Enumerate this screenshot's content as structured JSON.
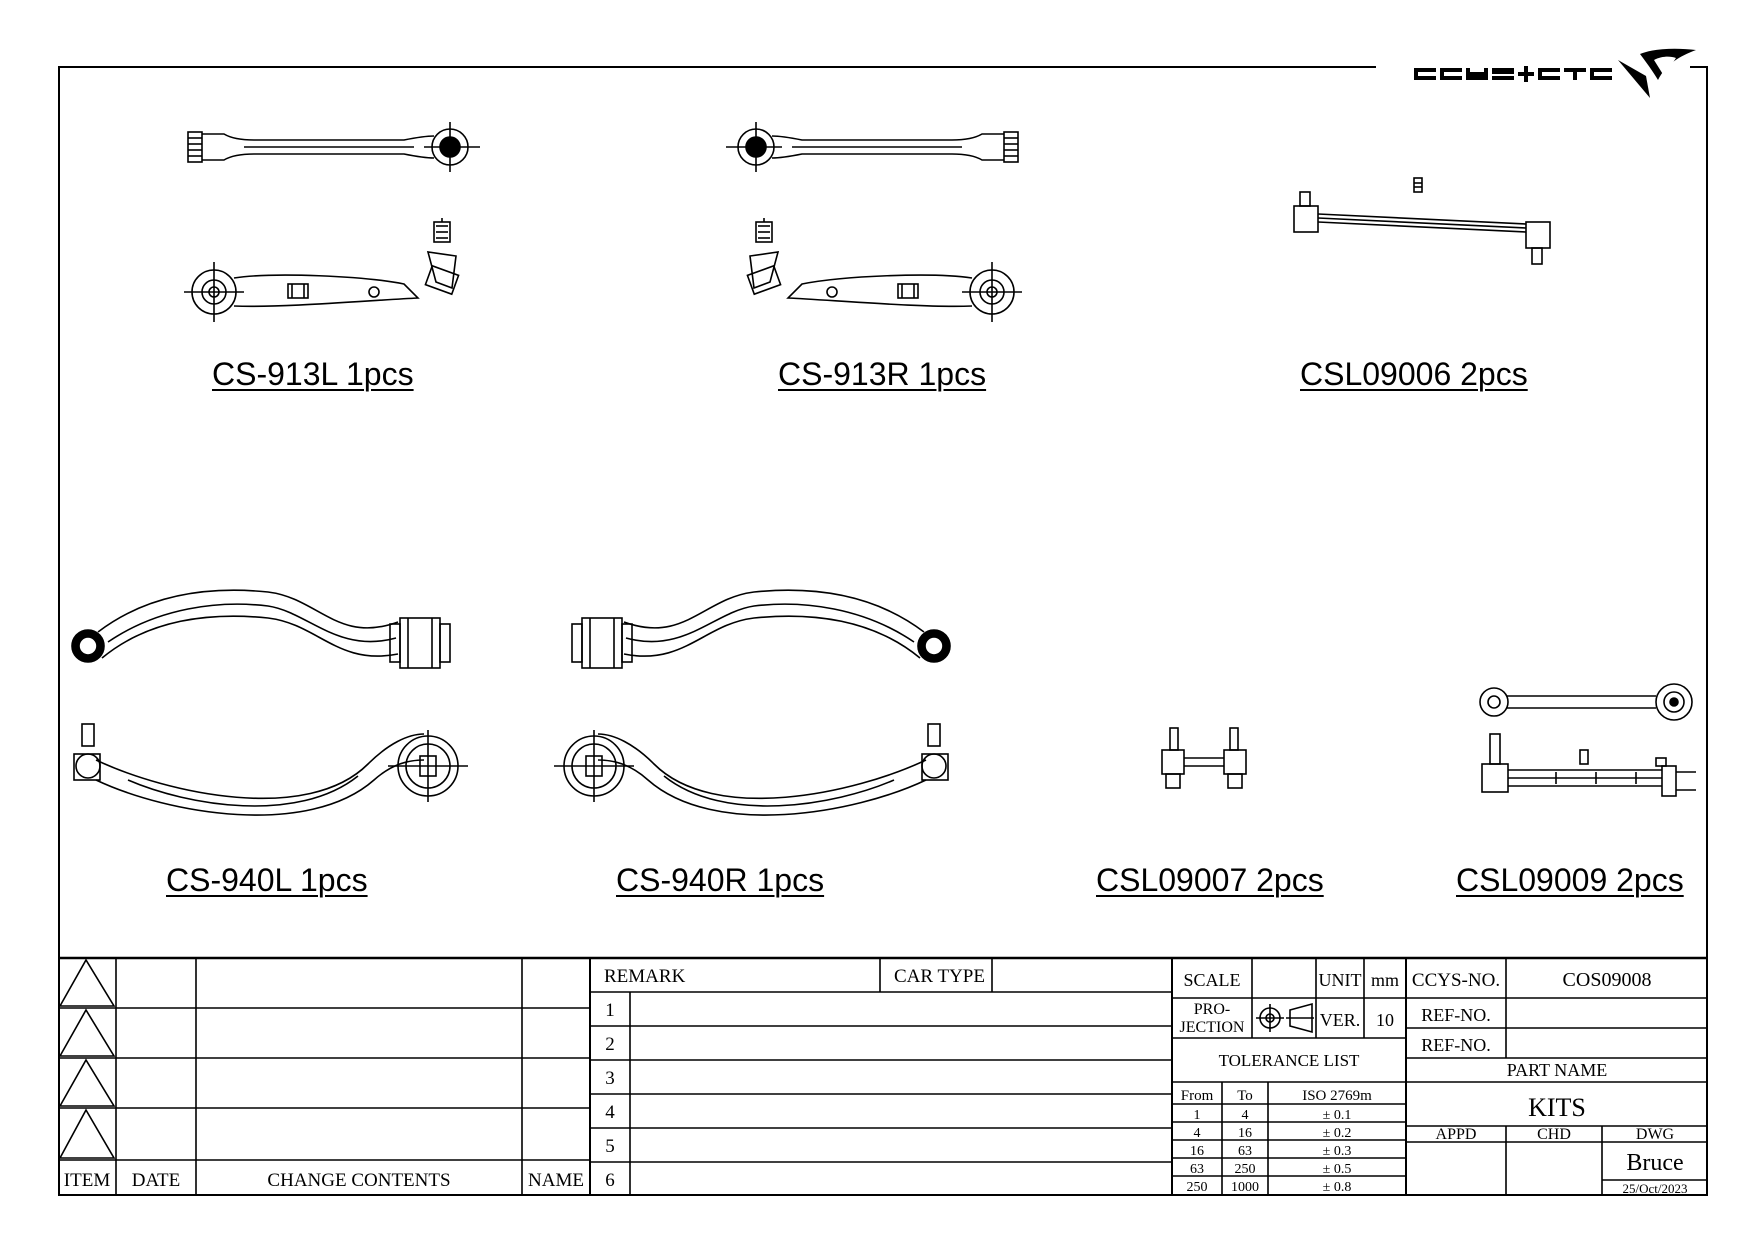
{
  "logo": {
    "text": "CCYS+CTC",
    "icon": "ccys-ctc-logo-icon"
  },
  "parts": [
    {
      "id": "913L",
      "label": "CS-913L 1pcs"
    },
    {
      "id": "913R",
      "label": "CS-913R 1pcs"
    },
    {
      "id": "09006",
      "label": "CSL09006 2pcs"
    },
    {
      "id": "940L",
      "label": "CS-940L 1pcs"
    },
    {
      "id": "940R",
      "label": "CS-940R 1pcs"
    },
    {
      "id": "09007",
      "label": "CSL09007 2pcs"
    },
    {
      "id": "09009",
      "label": "CSL09009 2pcs"
    }
  ],
  "revision_block": {
    "headers": {
      "item": "ITEM",
      "date": "DATE",
      "change": "CHANGE CONTENTS",
      "name": "NAME"
    }
  },
  "remark_block": {
    "remark": "REMARK",
    "car_type": "CAR TYPE",
    "rows": [
      "1",
      "2",
      "3",
      "4",
      "5",
      "6"
    ]
  },
  "spec_block": {
    "scale": "SCALE",
    "unit": "UNIT",
    "unit_value": "mm",
    "projection_1": "PRO-",
    "projection_2": "JECTION",
    "ver": "VER.",
    "ver_value": "10",
    "tolerance_title": "TOLERANCE LIST",
    "tol_headers": {
      "from": "From",
      "to": "To",
      "iso": "ISO 2769m"
    },
    "tolerances": [
      {
        "from": "1",
        "to": "4",
        "tol": "± 0.1"
      },
      {
        "from": "4",
        "to": "16",
        "tol": "± 0.2"
      },
      {
        "from": "16",
        "to": "63",
        "tol": "± 0.3"
      },
      {
        "from": "63",
        "to": "250",
        "tol": "± 0.5"
      },
      {
        "from": "250",
        "to": "1000",
        "tol": "± 0.8"
      }
    ]
  },
  "title_block": {
    "ccys_no_label": "CCYS-NO.",
    "ccys_no": "COS09008",
    "ref_no_1": "REF-NO.",
    "ref_no_2": "REF-NO.",
    "part_name_label": "PART NAME",
    "part_name": "KITS",
    "appd": "APPD",
    "chd": "CHD",
    "dwg": "DWG",
    "dwg_name": "Bruce",
    "date": "25/Oct/2023"
  }
}
